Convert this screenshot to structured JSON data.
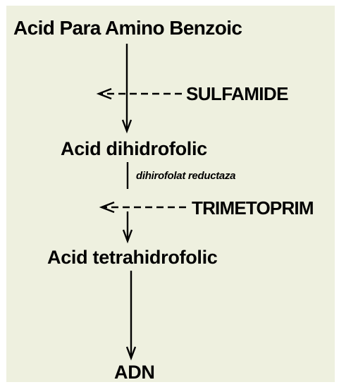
{
  "nodes": {
    "paba": "Acid Para Amino Benzoic",
    "dhf": "Acid dihidrofolic",
    "thf": "Acid tetrahidrofolic",
    "adn": "ADN"
  },
  "enzyme": "dihirofolat reductaza",
  "inhibitors": {
    "sulfamide": "SULFAMIDE",
    "trimetoprim": "TRIMETOPRIM"
  },
  "colors": {
    "background": "#eef0df",
    "ink": "#000000"
  }
}
